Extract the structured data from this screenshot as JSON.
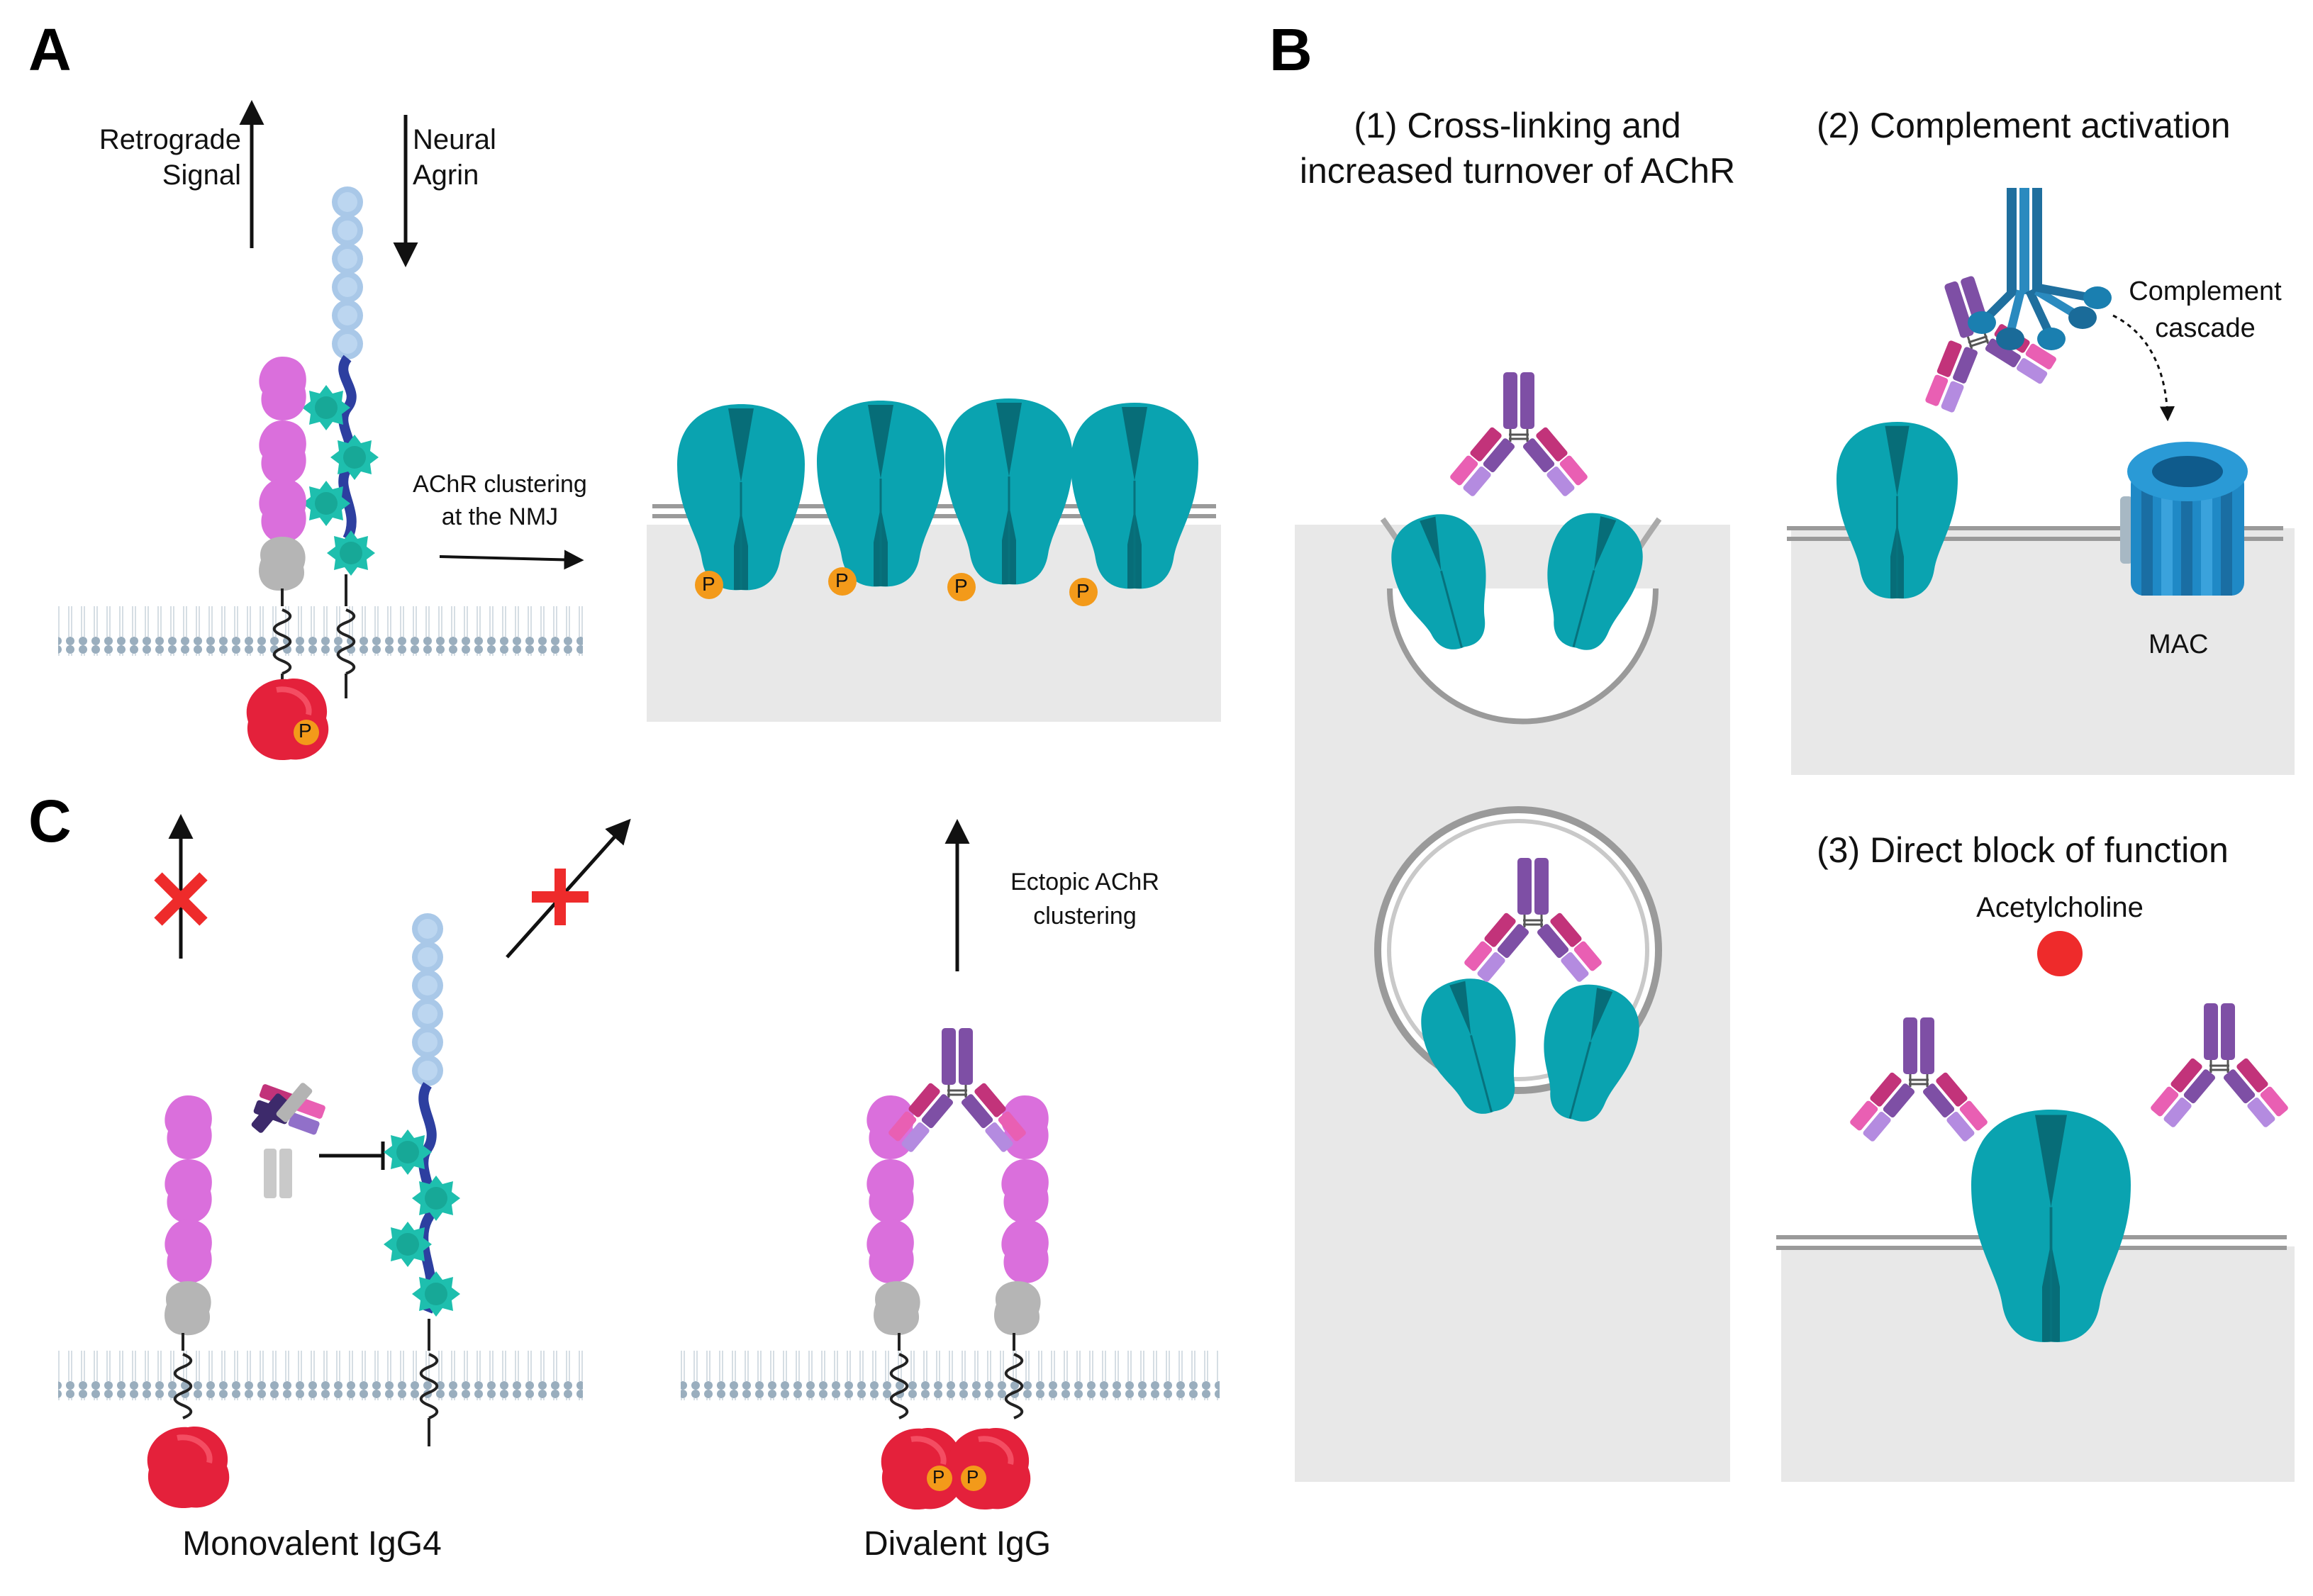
{
  "panels": {
    "a": {
      "letter": "A"
    },
    "b": {
      "letter": "B"
    },
    "c": {
      "letter": "C"
    }
  },
  "panel_a": {
    "retrograde_line1": "Retrograde",
    "retrograde_line2": "Signal",
    "agrin_line1": "Neural",
    "agrin_line2": "Agrin",
    "clustering_line1": "AChR clustering",
    "clustering_line2": "at the NMJ",
    "phospho_label": "P"
  },
  "panel_b": {
    "mech1_line1": "(1) Cross-linking and",
    "mech1_line2": "increased turnover of AChR",
    "mech2_title": "(2) Complement activation",
    "complement_line1": "Complement",
    "complement_line2": "cascade",
    "mac_label": "MAC",
    "mech3_title": "(3) Direct block of function",
    "ligand_label": "Acetylcholine"
  },
  "panel_c": {
    "ectopic_line1": "Ectopic AChR",
    "ectopic_line2": "clustering",
    "monovalent_caption": "Monovalent IgG4",
    "divalent_caption": "Divalent IgG"
  },
  "colors": {
    "receptor_teal": "#0aa3b0",
    "receptor_dark": "#076d78",
    "membrane_blue": "#9aaebe",
    "lrp4_pink": "#da6fdc",
    "musk_red": "#e4213b",
    "phospho_orange": "#f39a1a",
    "agrin_light": "#a9c8e8",
    "agrin_teal": "#1ebfae",
    "igg_purple": "#7e4fa5",
    "igg_magenta": "#c2337a",
    "igg_pink": "#e95fb3",
    "igg_lavender": "#b48be0",
    "block_red": "#ee2b2b",
    "cell_grey": "#e8e8e8",
    "mac_blue": "#1f89c6"
  },
  "icons": [
    "red-x-icon",
    "arrow-icon",
    "inhibition-bar-icon"
  ]
}
